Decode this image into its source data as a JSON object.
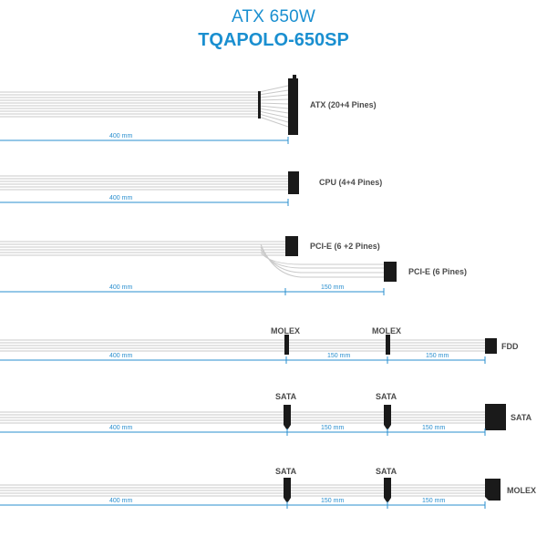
{
  "header": {
    "title": "ATX 650W",
    "model": "TQAPOLO-650SP"
  },
  "cables": {
    "atx": {
      "label": "ATX (20+4 Pines)",
      "dim": "400 mm"
    },
    "cpu": {
      "label": "CPU (4+4 Pines)",
      "dim": "400 mm"
    },
    "pcie": {
      "label1": "PCI-E (6 +2 Pines)",
      "label2": "PCI-E (6 Pines)",
      "dim1": "400 mm",
      "dim2": "150 mm"
    },
    "molex": {
      "conn1": "MOLEX",
      "conn2": "MOLEX",
      "end": "FDD",
      "dim1": "400 mm",
      "dim2": "150 mm",
      "dim3": "150 mm"
    },
    "sata1": {
      "conn1": "SATA",
      "conn2": "SATA",
      "end": "SATA",
      "dim1": "400 mm",
      "dim2": "150 mm",
      "dim3": "150 mm"
    },
    "sata2": {
      "conn1": "SATA",
      "conn2": "SATA",
      "end": "MOLEX",
      "dim1": "400 mm",
      "dim2": "150 mm",
      "dim3": "150 mm"
    }
  },
  "colors": {
    "accent": "#1a8fd0",
    "wire": "#c8c8c8",
    "connector": "#1a1a1a",
    "label": "#4a4a4a"
  }
}
